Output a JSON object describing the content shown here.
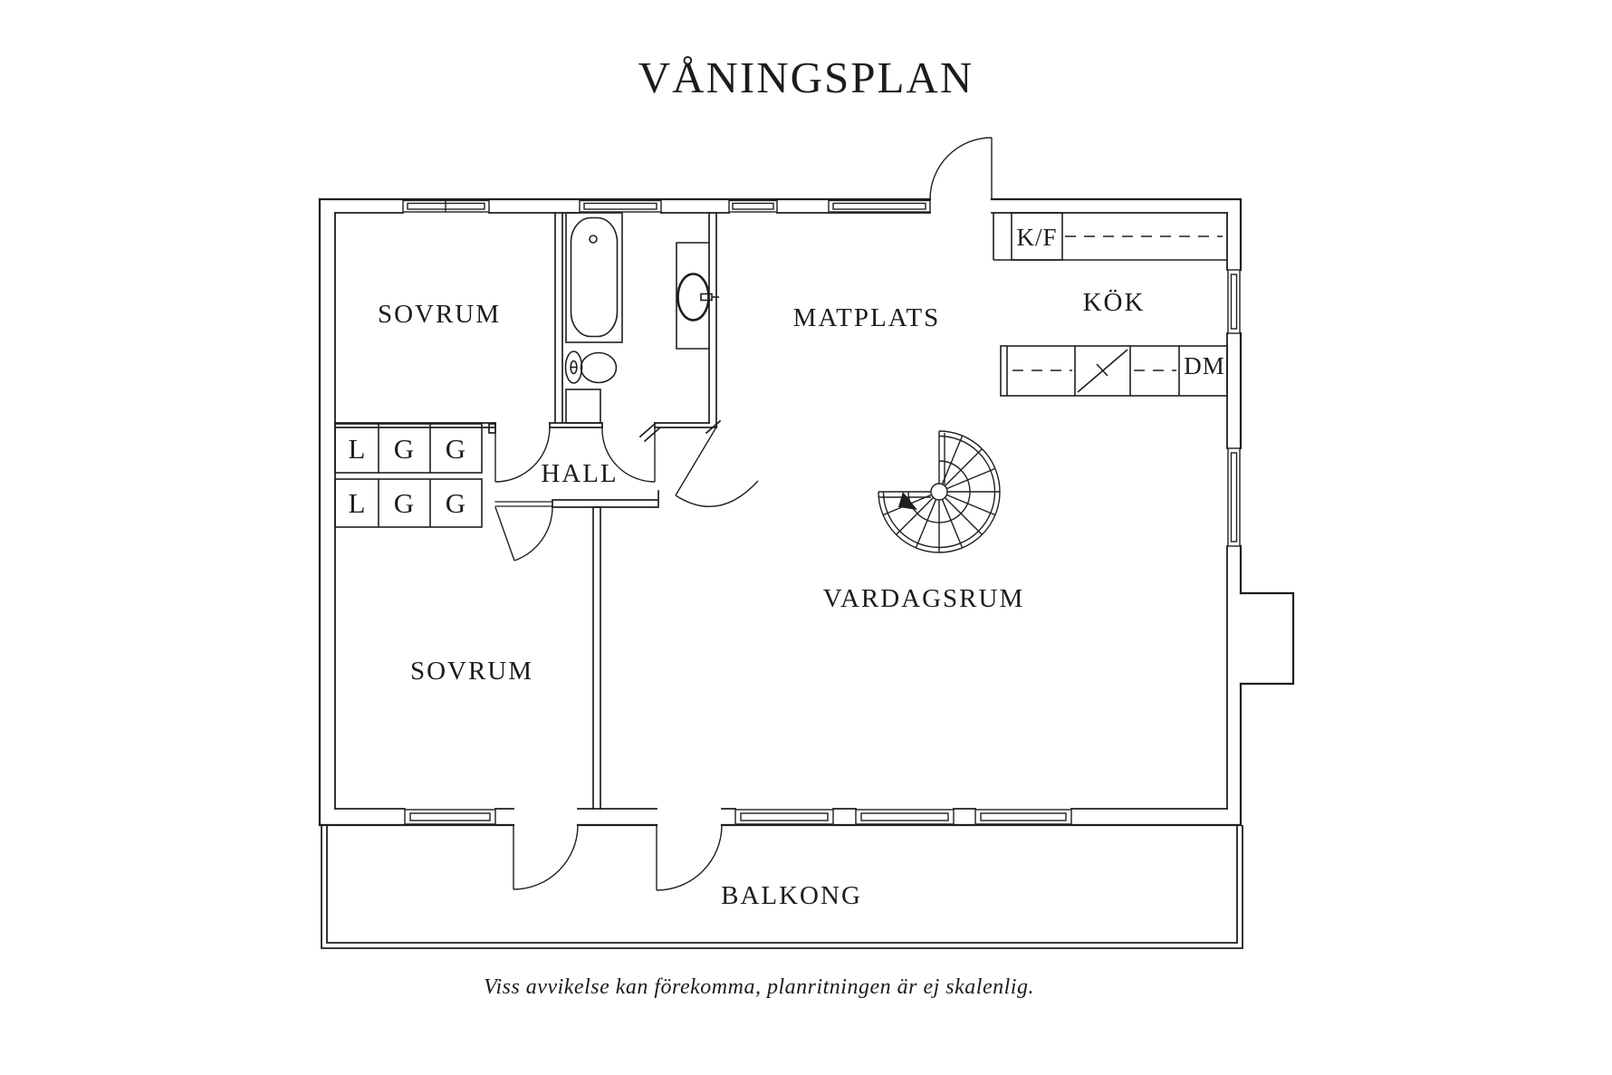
{
  "title": "VÅNINGSPLAN",
  "footer": "Viss avvikelse kan förekomma, planritningen är ej skalenlig.",
  "rooms": {
    "bedroom_top": "SOVRUM",
    "bedroom_bottom": "SOVRUM",
    "hall": "HALL",
    "dining": "MATPLATS",
    "kitchen": "KÖK",
    "living": "VARDAGSRUM",
    "balcony": "BALKONG"
  },
  "appliances": {
    "fridge_freezer": "K/F",
    "dishwasher": "DM"
  },
  "closets": {
    "row1": [
      "L",
      "G",
      "G"
    ],
    "row2": [
      "L",
      "G",
      "G"
    ]
  },
  "colors": {
    "line": "#1f1f1f",
    "background": "#ffffff"
  }
}
